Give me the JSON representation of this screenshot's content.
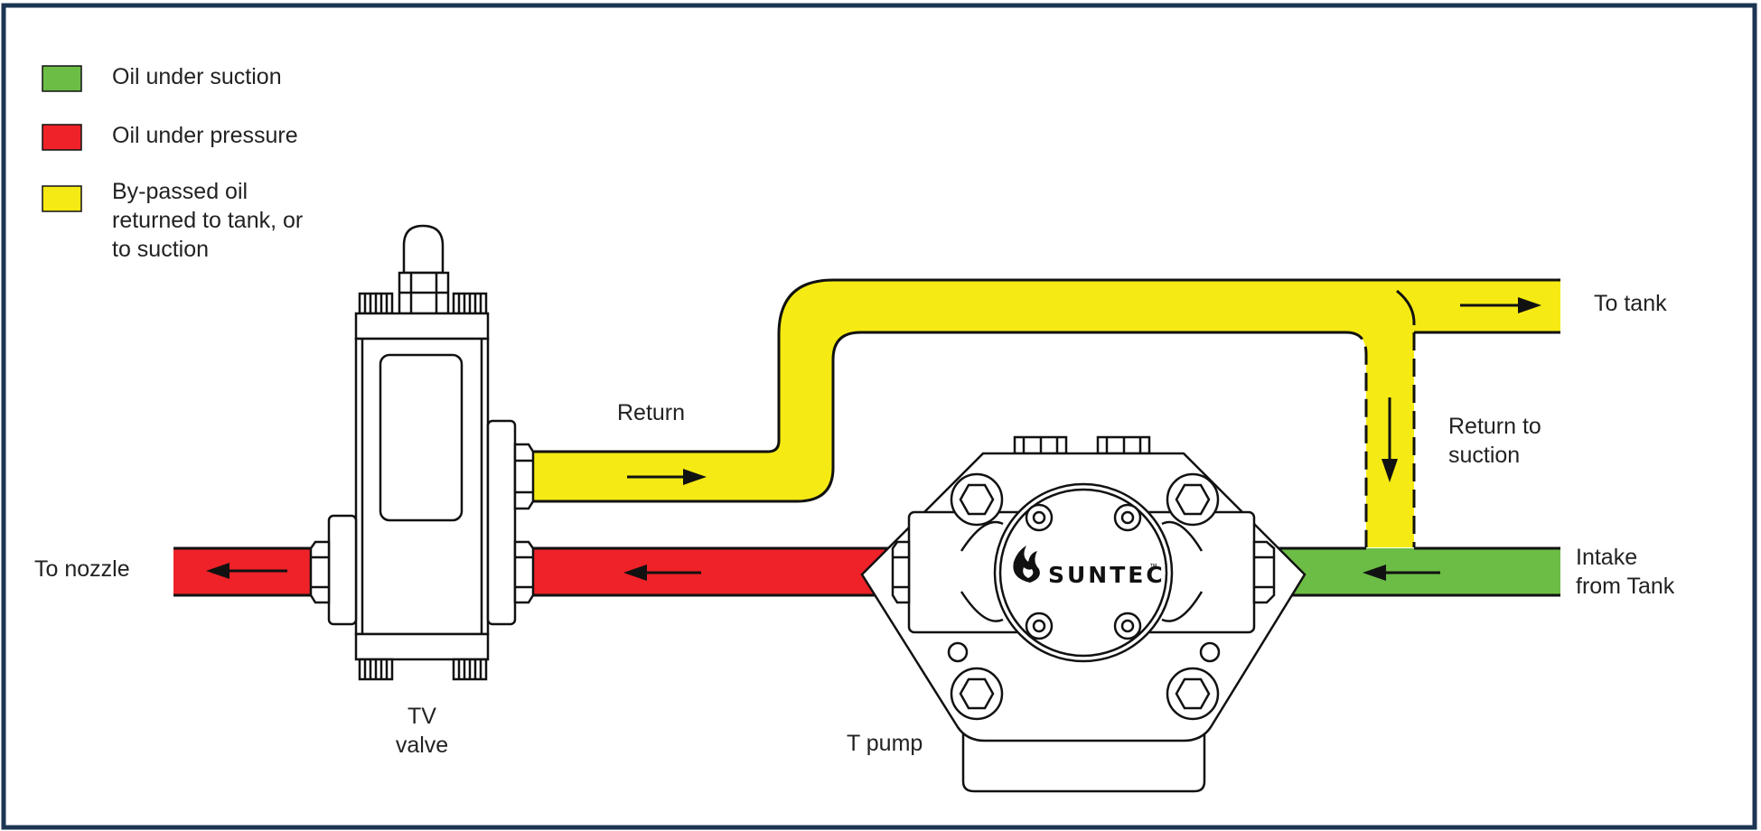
{
  "legend": {
    "items": [
      {
        "label": "Oil under suction",
        "color": "#6cbd45"
      },
      {
        "label": "Oil under pressure",
        "color": "#ee2228"
      },
      {
        "label_lines": [
          "By-passed oil",
          "returned to tank, or",
          "to suction"
        ],
        "color": "#f5ea14"
      }
    ]
  },
  "colors": {
    "frame": "#1c3553",
    "suction": "#6cbd45",
    "pressure": "#ee2228",
    "bypass": "#f5ea14",
    "line": "#111111"
  },
  "labels": {
    "return": "Return",
    "to_tank": "To tank",
    "return_to_suction": [
      "Return to",
      "suction"
    ],
    "intake_from_tank": [
      "Intake",
      "from Tank"
    ],
    "to_nozzle": "To nozzle",
    "tv_valve": [
      "TV",
      "valve"
    ],
    "t_pump": "T pump",
    "brand": "SUNTEC"
  },
  "icons": {
    "flow_arrow": "arrow-icon",
    "brand_logo": "suntec-flame-logo"
  }
}
